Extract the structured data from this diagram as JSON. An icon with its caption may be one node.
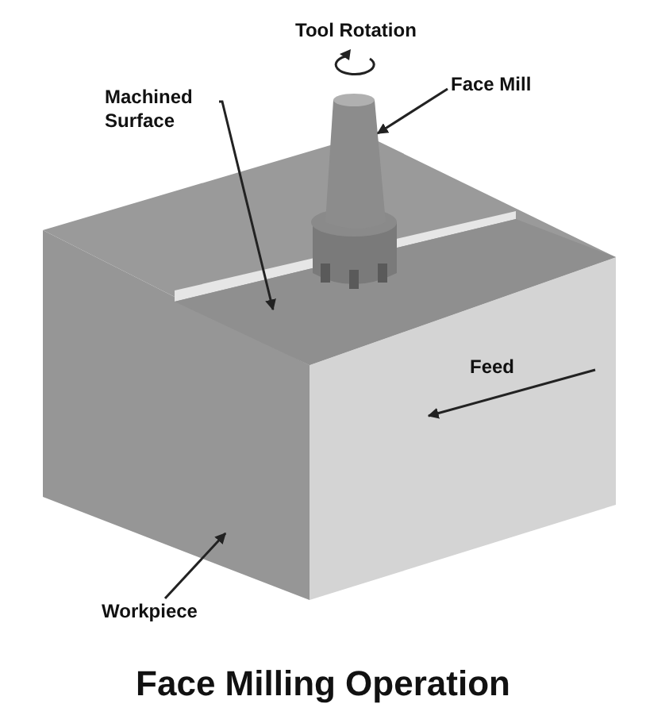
{
  "diagram": {
    "caption": "Face Milling Operation",
    "nodes": [
      {
        "text": [
          "Machined Surface"
        ]
      },
      {
        "text": [],
        "shape": "box",
        "in": 5
      },
      {
        "text": [
          "Face Mill"
        ]
      },
      {
        "text": [],
        "shape": "picture"
      },
      {
        "text": [
          "Workpiece"
        ]
      },
      {
        "text": [],
        "shape": "box"
      }
    ],
    "edges": [
      {
        "from": 0,
        "to": 1,
        "arrow": "to"
      },
      {
        "from": 2,
        "to": 3,
        "arrow": "to"
      },
      {
        "from": 4,
        "to": 5,
        "arrow": "to"
      }
    ],
    "labels": [
      "Tool Rotation",
      "Feed"
    ]
  }
}
